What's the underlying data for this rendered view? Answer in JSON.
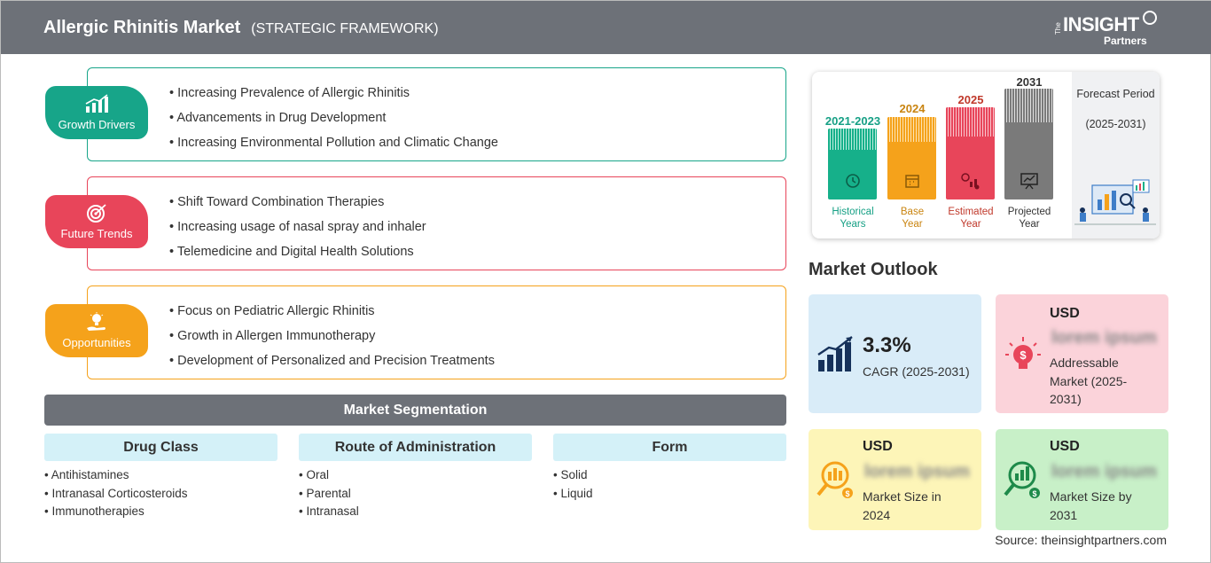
{
  "header": {
    "title": "Allergic Rhinitis Market",
    "subtitle": "(STRATEGIC FRAMEWORK)",
    "logo_the": "The",
    "logo_main": "INSIGHT",
    "logo_sub": "Partners"
  },
  "framework": [
    {
      "tag": "Growth Drivers",
      "icon": "bar-growth-icon",
      "color": "#17a589",
      "items": [
        "Increasing Prevalence of Allergic Rhinitis",
        "Advancements in Drug Development",
        "Increasing Environmental Pollution and Climatic Change"
      ]
    },
    {
      "tag": "Future Trends",
      "icon": "target-icon",
      "color": "#e8455a",
      "items": [
        "Shift Toward Combination Therapies",
        "Increasing usage of nasal spray and inhaler",
        "Telemedicine and Digital Health Solutions"
      ]
    },
    {
      "tag": "Opportunities",
      "icon": "lightbulb-hand-icon",
      "color": "#f5a21b",
      "items": [
        "Focus on Pediatric Allergic Rhinitis",
        "Growth in Allergen Immunotherapy",
        "Development of Personalized and Precision Treatments"
      ]
    }
  ],
  "segmentation": {
    "title": "Market Segmentation",
    "columns": [
      {
        "head": "Drug Class",
        "items": [
          "Antihistamines",
          "Intranasal Corticosteroids",
          "Immunotherapies"
        ]
      },
      {
        "head": "Route of Administration",
        "items": [
          "Oral",
          "Parental",
          "Intranasal"
        ]
      },
      {
        "head": "Form",
        "items": [
          "Solid",
          "Liquid"
        ]
      }
    ]
  },
  "timeline": {
    "columns": [
      {
        "year": "2021-2023",
        "label_1": "Historical",
        "label_2": "Years",
        "color": "#16b08a",
        "icon": "history-icon"
      },
      {
        "year": "2024",
        "label_1": "Base",
        "label_2": "Year",
        "color": "#f5a21b",
        "icon": "calendar-icon"
      },
      {
        "year": "2025",
        "label_1": "Estimated",
        "label_2": "Year",
        "color": "#e8455a",
        "icon": "settings-chart-icon"
      },
      {
        "year": "2031",
        "label_1": "Projected",
        "label_2": "Year",
        "color": "#7a7a7a",
        "icon": "presentation-icon"
      }
    ],
    "forecast_title": "Forecast Period",
    "forecast_range": "(2025-2031)"
  },
  "outlook": {
    "title": "Market Outlook",
    "cagr_value": "3.3%",
    "cagr_label": "CAGR (2025-2031)",
    "addressable_currency": "USD",
    "addressable_value": "lorem ipsum",
    "addressable_label": "Addressable Market (2025-2031)",
    "size2024_currency": "USD",
    "size2024_value": "lorem ipsum",
    "size2024_label": "Market Size in 2024",
    "size2031_currency": "USD",
    "size2031_value": "lorem ipsum",
    "size2031_label": "Market Size by 2031",
    "colors": {
      "cagr": "#d9ecf8",
      "addressable": "#fbd3da",
      "size2024": "#fdf5b8",
      "size2031": "#c8f0c8"
    }
  },
  "source": "Source: theinsightpartners.com"
}
